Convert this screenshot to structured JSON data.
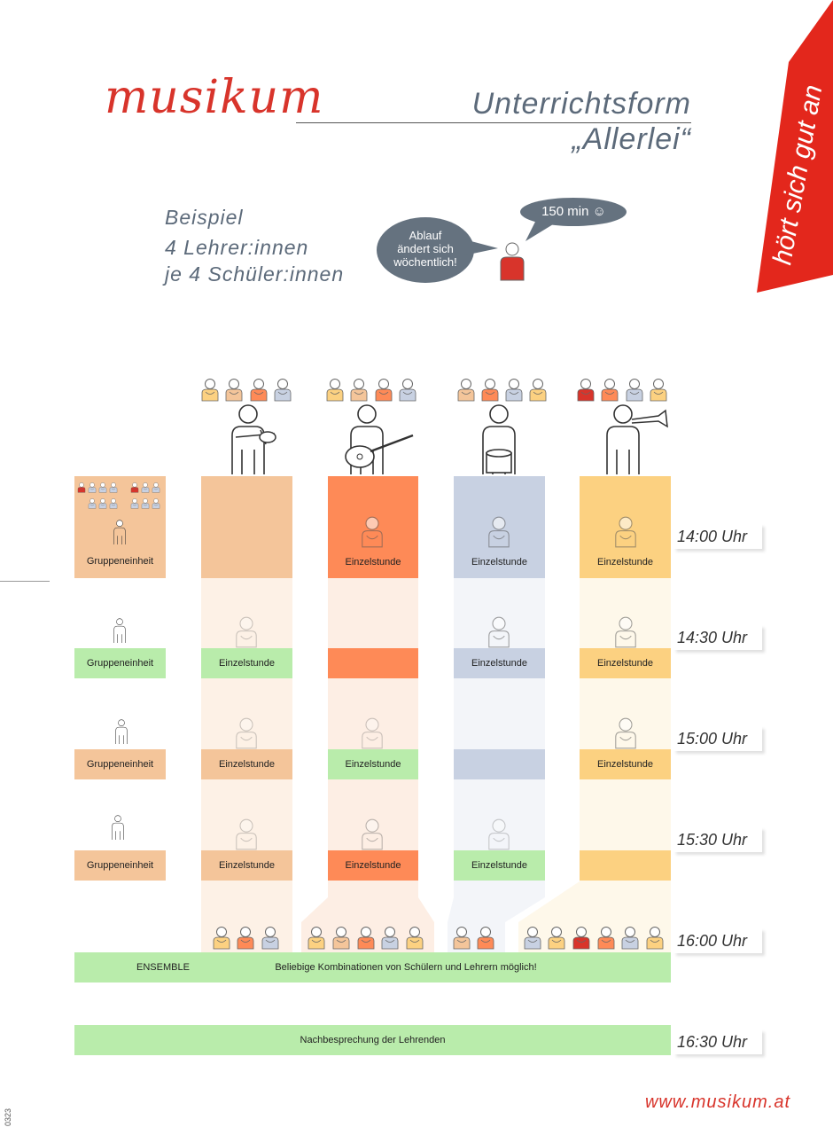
{
  "brand": {
    "logo_text": "musikum",
    "website": "www.musikum.at",
    "ribbon_text": "hört sich gut an",
    "doc_code": "0323"
  },
  "header": {
    "title_line1": "Unterrichtsform",
    "title_line2": "„Allerlei“"
  },
  "example": {
    "line1": "Beispiel",
    "line2": "4 Lehrer:innen",
    "line3": "je 4 Schüler:innen"
  },
  "bubbles": {
    "left_text": "Ablauf ändert sich wöchentlich!",
    "right_text": "150 min ☺"
  },
  "schedule": {
    "times": [
      "14:00 Uhr",
      "14:30 Uhr",
      "15:00 Uhr",
      "15:30 Uhr",
      "16:00 Uhr",
      "16:30 Uhr"
    ],
    "group_column": [
      "Gruppeneinheit",
      "Gruppeneinheit",
      "Gruppeneinheit",
      "Gruppeneinheit"
    ],
    "columns": [
      {
        "instrument": "violin",
        "cells": [
          "",
          "Einzelstunde",
          "Einzelstunde",
          "Einzelstunde"
        ]
      },
      {
        "instrument": "guitar",
        "cells": [
          "Einzelstunde",
          "",
          "Einzelstunde",
          "Einzelstunde"
        ]
      },
      {
        "instrument": "drum",
        "cells": [
          "Einzelstunde",
          "Einzelstunde",
          "",
          "Einzelstunde"
        ]
      },
      {
        "instrument": "trumpet",
        "cells": [
          "Einzelstunde",
          "Einzelstunde",
          "Einzelstunde",
          ""
        ]
      }
    ],
    "ensemble_label": "ENSEMBLE",
    "ensemble_text": "Beliebige Kombinationen von Schülern und Lehrern möglich!",
    "debrief_text": "Nachbesprechung der Lehrenden"
  },
  "colors": {
    "brand_red": "#d8342b",
    "green": "#b9ecab",
    "peach": "#f4c59a",
    "orange": "#fe8a57",
    "blue": "#c8d1e2",
    "yellow": "#fcd181",
    "slate": "#65727f"
  }
}
